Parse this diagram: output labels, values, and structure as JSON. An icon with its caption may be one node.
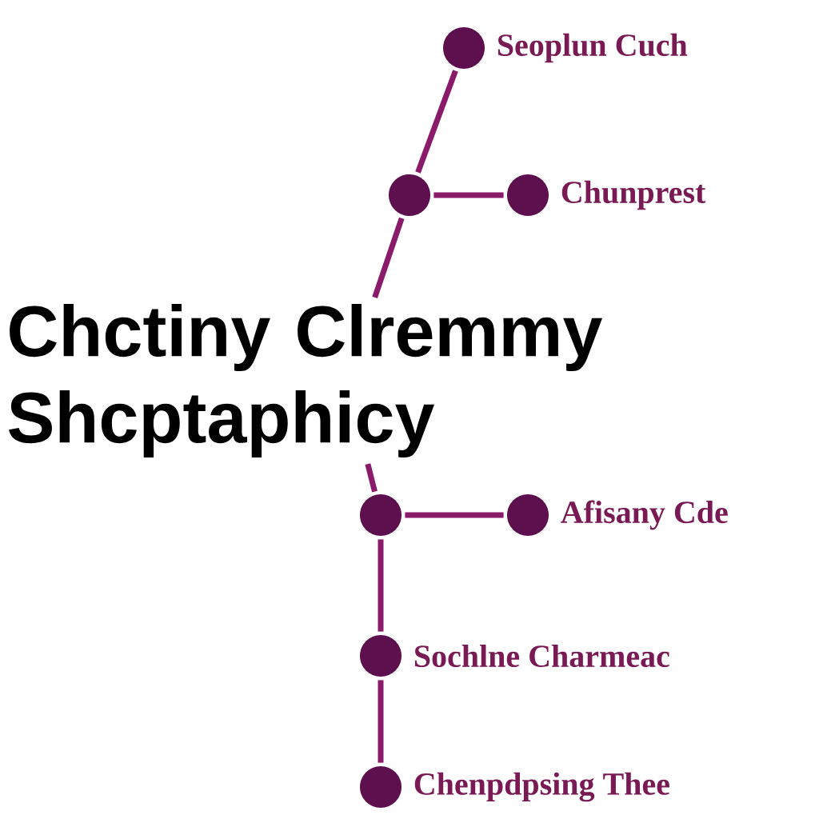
{
  "diagram": {
    "nodes": [
      {
        "text": [],
        "shape": "circle",
        "beside": [
          "Seoplun Cuch"
        ]
      },
      {
        "text": [],
        "shape": "circle"
      },
      {
        "text": [],
        "shape": "circle",
        "beside": [
          "Chunprest"
        ]
      },
      {
        "text": [
          "Chctiny Clremmy Shcptaphicy"
        ]
      },
      {
        "text": [],
        "shape": "circle"
      },
      {
        "text": [],
        "shape": "circle",
        "beside": [
          "Afisany Cde"
        ]
      },
      {
        "text": [],
        "shape": "circle",
        "beside": [
          "Sochlne Charmeac"
        ]
      },
      {
        "text": [],
        "shape": "circle",
        "beside": [
          "Chenpdpsing Thee"
        ]
      }
    ],
    "edges": [
      {
        "from": 0,
        "to": 1,
        "arrow": "none"
      },
      {
        "from": 1,
        "to": 2,
        "arrow": "none"
      },
      {
        "from": 1,
        "to": 3,
        "arrow": "none"
      },
      {
        "from": 3,
        "to": 4,
        "arrow": "none"
      },
      {
        "from": 4,
        "to": 5,
        "arrow": "none"
      },
      {
        "from": 4,
        "to": 6,
        "arrow": "none"
      },
      {
        "from": 6,
        "to": 7,
        "arrow": "none"
      }
    ]
  }
}
